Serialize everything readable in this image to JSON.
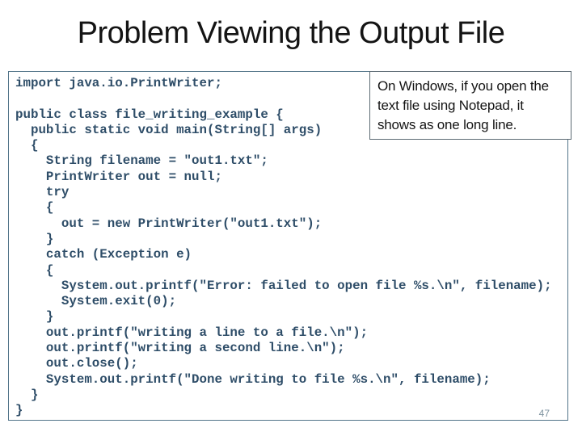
{
  "slide": {
    "title": "Problem Viewing the Output File",
    "page_number": "47"
  },
  "code_panel": {
    "language": "java",
    "code": "import java.io.PrintWriter;\n\npublic class file_writing_example {\n  public static void main(String[] args)\n  {\n    String filename = \"out1.txt\";\n    PrintWriter out = null;\n    try\n    {\n      out = new PrintWriter(\"out1.txt\");\n    }\n    catch (Exception e)\n    {\n      System.out.printf(\"Error: failed to open file %s.\\n\", filename);\n      System.exit(0);\n    }\n    out.printf(\"writing a line to a file.\\n\");\n    out.printf(\"writing a second line.\\n\");\n    out.close();\n    System.out.printf(\"Done writing to file %s.\\n\", filename);\n  }\n}"
  },
  "callout": {
    "text": "On Windows, if you open the\ntext file using Notepad, it\nshows as one long line."
  },
  "colors": {
    "title_text": "#141414",
    "code_text": "#2e4d68",
    "code_box_border": "#527489",
    "callout_border": "#5c6a73",
    "page_number": "#7e93a0"
  }
}
